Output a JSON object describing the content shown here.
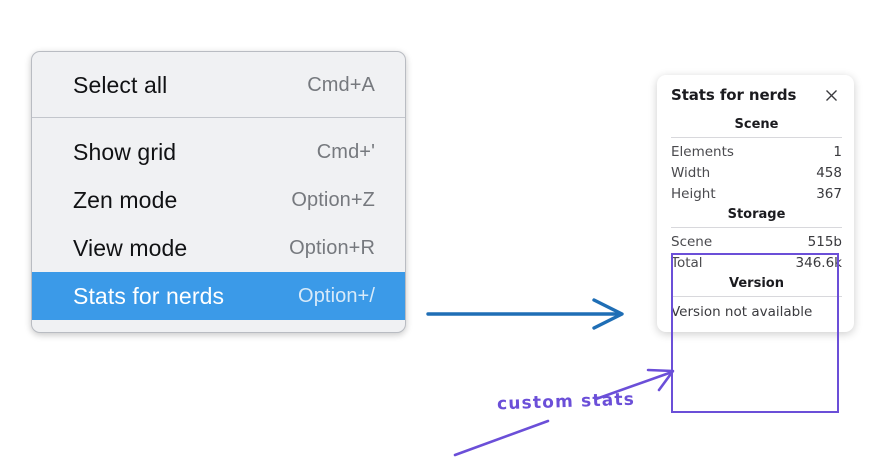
{
  "colors": {
    "menu_background": "#f0f1f3",
    "menu_border": "#b9bcc2",
    "selection_blue": "#3b9ae8",
    "annotation_purple": "#6b4fd8",
    "arrow_blue": "#1f6eb5",
    "panel_background": "#ffffff",
    "page_background": "#ffffff"
  },
  "context_menu": {
    "groups": [
      {
        "items": [
          {
            "label": "Select all",
            "shortcut": "Cmd+A",
            "selected": false
          }
        ]
      },
      {
        "items": [
          {
            "label": "Show grid",
            "shortcut": "Cmd+'",
            "selected": false
          },
          {
            "label": "Zen mode",
            "shortcut": "Option+Z",
            "selected": false
          },
          {
            "label": "View mode",
            "shortcut": "Option+R",
            "selected": false
          },
          {
            "label": "Stats for nerds",
            "shortcut": "Option+/",
            "selected": true
          }
        ]
      }
    ]
  },
  "stats_panel": {
    "title": "Stats for nerds",
    "close_icon": "close-icon",
    "sections": [
      {
        "heading": "Scene",
        "rows": [
          {
            "key": "Elements",
            "value": "1"
          },
          {
            "key": "Width",
            "value": "458"
          },
          {
            "key": "Height",
            "value": "367"
          }
        ]
      },
      {
        "heading": "Storage",
        "rows": [
          {
            "key": "Scene",
            "value": "515b"
          },
          {
            "key": "Total",
            "value": "346.6k"
          }
        ]
      },
      {
        "heading": "Version",
        "text": "Version not available"
      }
    ]
  },
  "annotations": {
    "custom_stats_label": "custom stats"
  }
}
